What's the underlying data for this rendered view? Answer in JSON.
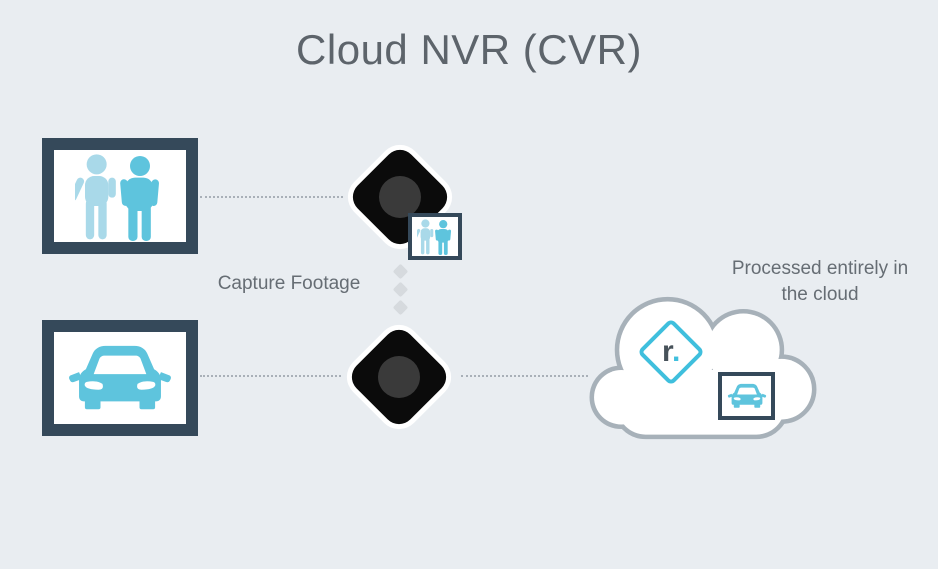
{
  "title": "Cloud NVR (CVR)",
  "labels": {
    "capture_footage": "Capture Footage",
    "processed_line1": "Processed entirely in",
    "processed_line2": "the cloud"
  },
  "logo": {
    "letter": "r",
    "dot": "."
  },
  "colors": {
    "background": "#e9edf1",
    "monitor_frame": "#35495a",
    "icon_blue": "#5ec4dd",
    "icon_blue_light": "#a9d9e9",
    "camera_black": "#0b0b0b",
    "camera_lens": "#3a3a3a",
    "cloud_stroke": "#a7b1b9",
    "logo_cyan": "#3fbfdd",
    "text_gray": "#666d74",
    "dotted_line": "#a9b0b8",
    "connector_diamond": "#d6dade"
  },
  "icons": {
    "people": "people-icon",
    "car": "car-icon",
    "camera": "camera-icon",
    "cloud": "cloud-icon",
    "rhombus_logo": "rhombus-logo-icon"
  }
}
